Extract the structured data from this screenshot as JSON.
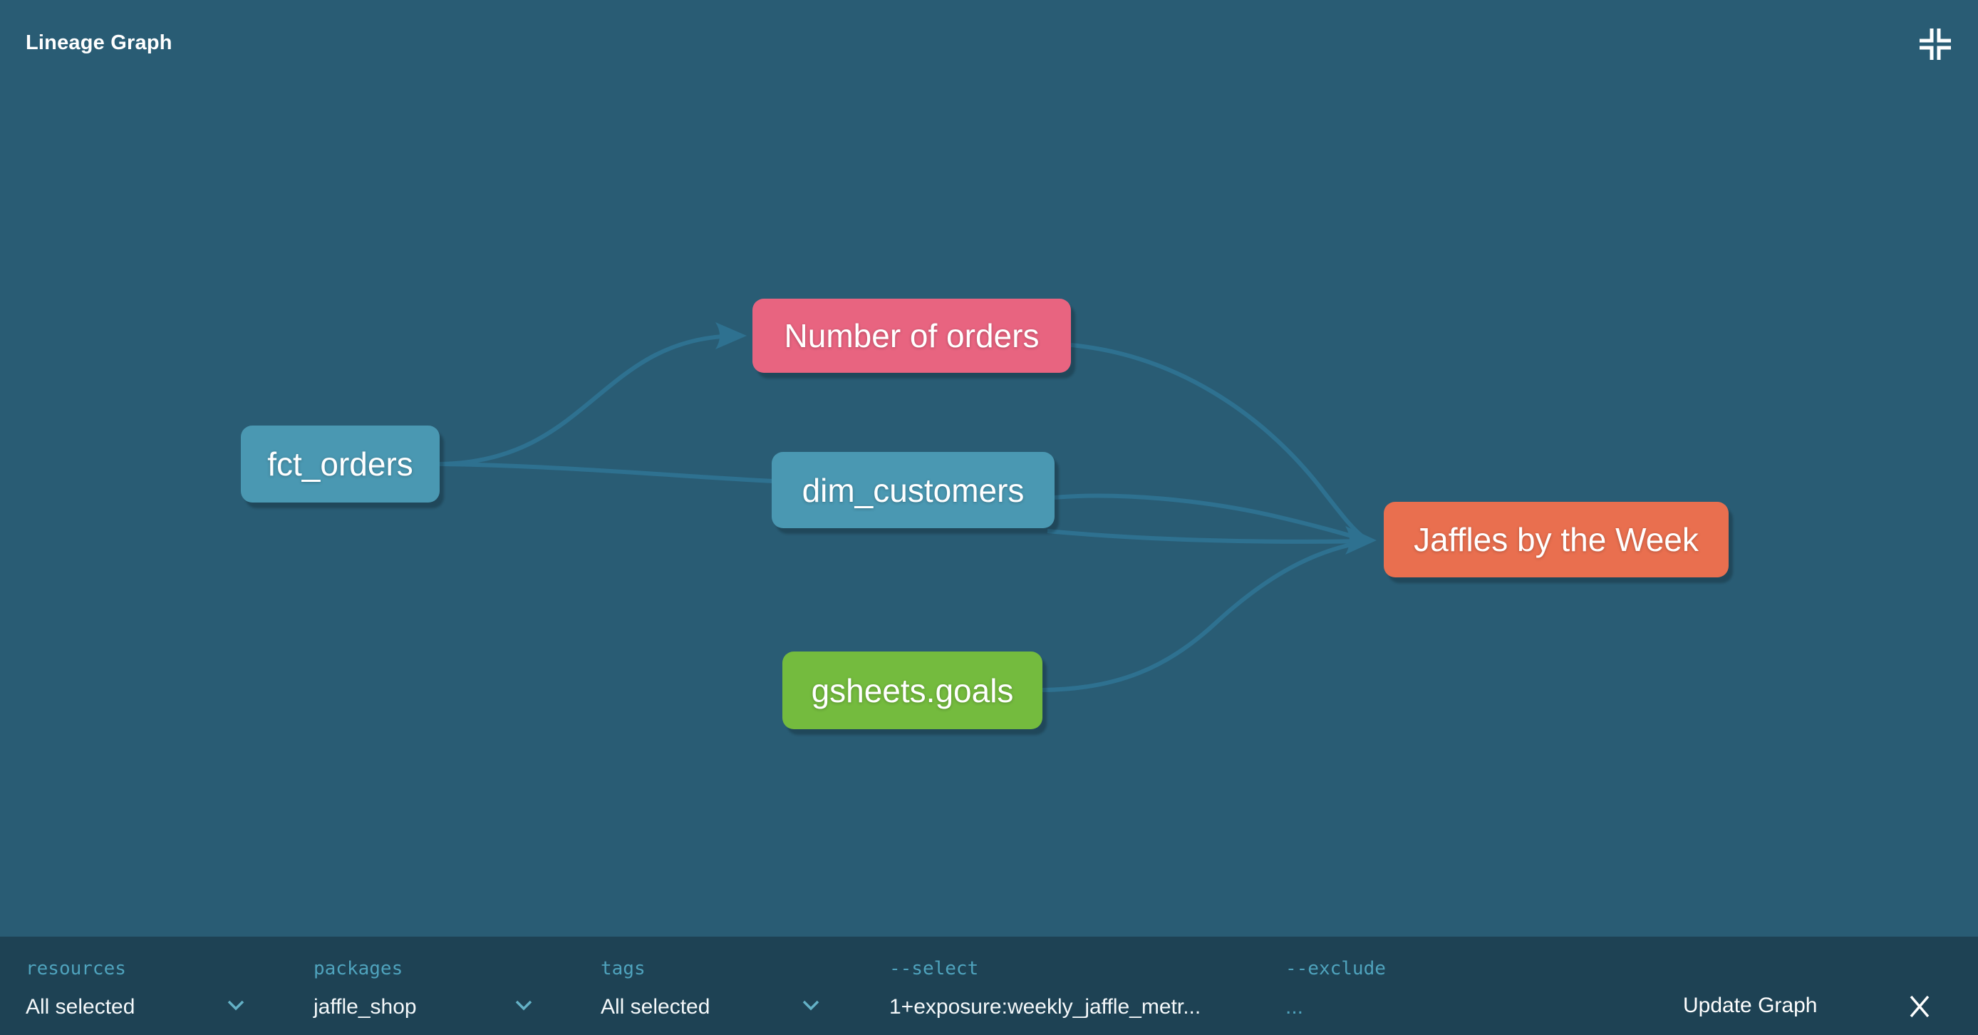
{
  "header": {
    "title": "Lineage Graph"
  },
  "colors": {
    "background": "#295C74",
    "toolbar_background": "#1E4254",
    "edge": "#2E7190",
    "model_node": "#4A98B2",
    "metric_node": "#E86480",
    "source_node": "#74BB3E",
    "exposure_node": "#E96F4F",
    "label_teal": "#4FA3BD",
    "text_white": "#FFFFFF"
  },
  "graph": {
    "nodes": [
      {
        "label": "fct_orders",
        "type": "model"
      },
      {
        "label": "Number of orders",
        "type": "metric"
      },
      {
        "label": "dim_customers",
        "type": "model"
      },
      {
        "label": "gsheets.goals",
        "type": "source"
      },
      {
        "label": "Jaffles by the Week",
        "type": "exposure"
      }
    ],
    "edges": [
      {
        "from": "fct_orders",
        "to": "Number of orders"
      },
      {
        "from": "fct_orders",
        "to": "dim_customers"
      },
      {
        "from": "Number of orders",
        "to": "Jaffles by the Week"
      },
      {
        "from": "dim_customers",
        "to": "Jaffles by the Week"
      },
      {
        "from": "gsheets.goals",
        "to": "Jaffles by the Week"
      }
    ]
  },
  "toolbar": {
    "filters": [
      {
        "label": "resources",
        "value": "All selected"
      },
      {
        "label": "packages",
        "value": "jaffle_shop"
      },
      {
        "label": "tags",
        "value": "All selected"
      },
      {
        "label": "--select",
        "value": "1+exposure:weekly_jaffle_metr..."
      },
      {
        "label": "--exclude",
        "value": "..."
      }
    ],
    "update_button_label": "Update Graph"
  }
}
